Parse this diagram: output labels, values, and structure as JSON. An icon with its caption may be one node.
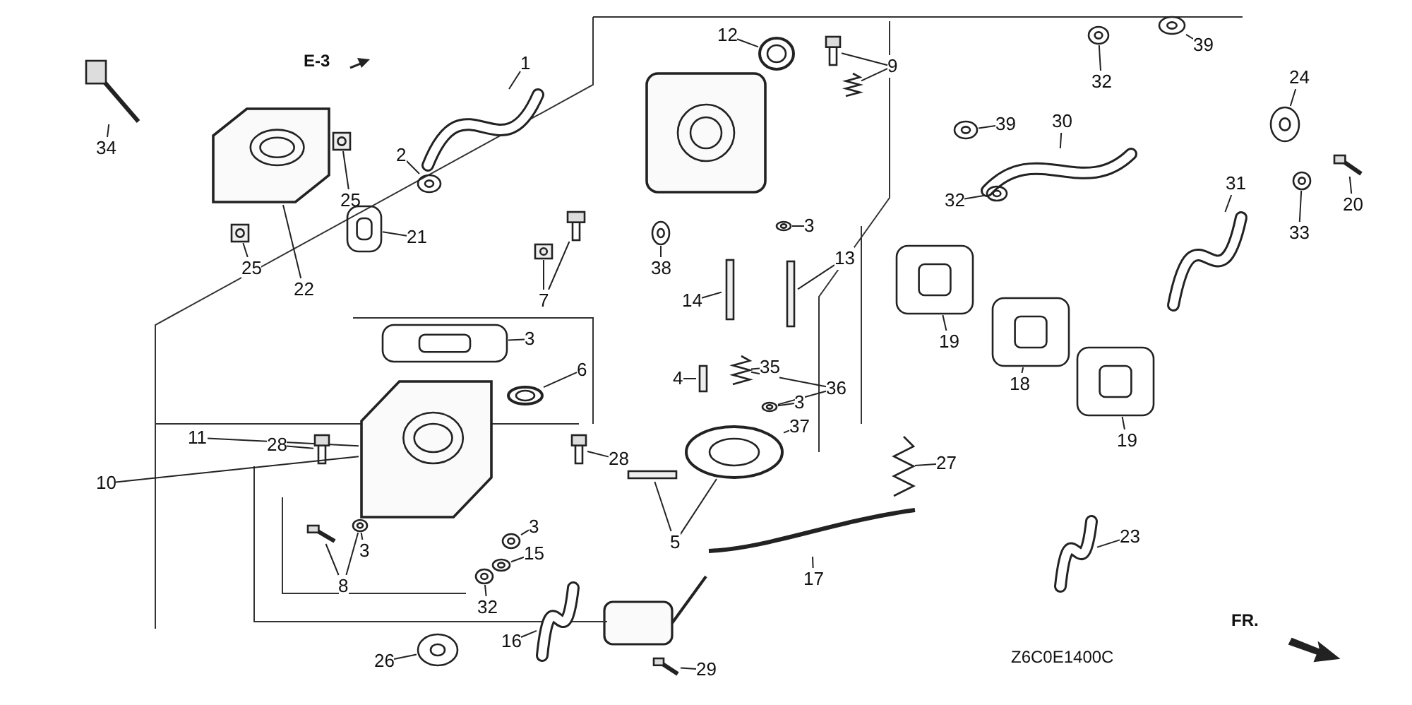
{
  "diagram": {
    "nodes": [
      {
        "text": [
          "12"
        ]
      },
      {
        "text": [
          "39"
        ]
      },
      {
        "text": [
          "1"
        ]
      },
      {
        "text": [
          "9"
        ]
      },
      {
        "text": [
          "24"
        ]
      },
      {
        "text": [
          "32"
        ]
      },
      {
        "text": [
          "39"
        ]
      },
      {
        "text": [
          "30"
        ]
      },
      {
        "text": [
          "34"
        ]
      },
      {
        "text": [
          "2"
        ]
      },
      {
        "text": [
          "31"
        ]
      },
      {
        "text": [
          "32"
        ]
      },
      {
        "text": [
          "25"
        ]
      },
      {
        "text": [
          "20"
        ]
      },
      {
        "text": [
          "3"
        ]
      },
      {
        "text": [
          "33"
        ]
      },
      {
        "text": [
          "21"
        ]
      },
      {
        "text": [
          "13"
        ]
      },
      {
        "text": [
          "25"
        ]
      },
      {
        "text": [
          "38"
        ]
      },
      {
        "text": [
          "22"
        ]
      },
      {
        "text": [
          "7"
        ]
      },
      {
        "text": [
          "14"
        ]
      },
      {
        "text": [
          "19"
        ]
      },
      {
        "text": [
          "3"
        ]
      },
      {
        "text": [
          "6"
        ]
      },
      {
        "text": [
          "4"
        ]
      },
      {
        "text": [
          "35"
        ]
      },
      {
        "text": [
          "36"
        ]
      },
      {
        "text": [
          "18"
        ]
      },
      {
        "text": [
          "3"
        ]
      },
      {
        "text": [
          "37"
        ]
      },
      {
        "text": [
          "19"
        ]
      },
      {
        "text": [
          "11"
        ]
      },
      {
        "text": [
          "28"
        ]
      },
      {
        "text": [
          "28"
        ]
      },
      {
        "text": [
          "27"
        ]
      },
      {
        "text": [
          "10"
        ]
      },
      {
        "text": [
          "3"
        ]
      },
      {
        "text": [
          "5"
        ]
      },
      {
        "text": [
          "23"
        ]
      },
      {
        "text": [
          "3"
        ]
      },
      {
        "text": [
          "15"
        ]
      },
      {
        "text": [
          "17"
        ]
      },
      {
        "text": [
          "8"
        ]
      },
      {
        "text": [
          "32"
        ]
      },
      {
        "text": [
          "16"
        ]
      },
      {
        "text": [
          "26"
        ]
      },
      {
        "text": [
          "29"
        ]
      },
      {
        "text": [],
        "shape": "picture"
      },
      {
        "text": [],
        "shape": "circle"
      },
      {
        "text": [],
        "shape": "picture"
      },
      {
        "text": [],
        "shape": "picture"
      },
      {
        "text": [],
        "shape": "picture"
      },
      {
        "text": [],
        "shape": "circle"
      },
      {
        "text": [],
        "shape": "circle"
      },
      {
        "text": [],
        "shape": "circle"
      },
      {
        "text": [],
        "shape": "picture"
      },
      {
        "text": [],
        "shape": "picture"
      },
      {
        "text": [],
        "shape": "circle"
      },
      {
        "text": [],
        "shape": "picture"
      },
      {
        "text": [],
        "shape": "circle"
      },
      {
        "text": [],
        "shape": "picture"
      },
      {
        "text": [],
        "shape": "picture"
      },
      {
        "text": [],
        "shape": "picture"
      },
      {
        "text": [],
        "shape": "picture"
      },
      {
        "text": [],
        "shape": "picture"
      },
      {
        "text": [],
        "shape": "bar"
      },
      {
        "text": [],
        "shape": "picture"
      },
      {
        "text": [],
        "shape": "circle"
      },
      {
        "text": [],
        "shape": "picture"
      },
      {
        "text": [],
        "shape": "picture"
      },
      {
        "text": [],
        "shape": "picture"
      },
      {
        "text": [],
        "shape": "bar"
      },
      {
        "text": [],
        "shape": "picture"
      },
      {
        "text": [],
        "shape": "picture"
      },
      {
        "text": [],
        "shape": "picture"
      },
      {
        "text": [],
        "shape": "picture"
      },
      {
        "text": [],
        "shape": "bar"
      },
      {
        "text": [],
        "shape": "picture"
      },
      {
        "text": [],
        "shape": "picture"
      },
      {
        "text": [],
        "shape": "picture"
      },
      {
        "text": [],
        "shape": "picture"
      },
      {
        "text": [],
        "shape": "picture"
      },
      {
        "text": [],
        "shape": "picture"
      },
      {
        "text": [],
        "shape": "picture"
      },
      {
        "text": [],
        "shape": "picture"
      },
      {
        "text": [],
        "shape": "picture"
      },
      {
        "text": [],
        "shape": "bar"
      },
      {
        "text": [],
        "shape": "picture"
      },
      {
        "text": [],
        "shape": "picture"
      },
      {
        "text": [],
        "shape": "picture"
      },
      {
        "text": [],
        "shape": "picture"
      },
      {
        "text": [],
        "shape": "picture"
      },
      {
        "text": [],
        "shape": "circle"
      },
      {
        "text": [],
        "shape": "picture"
      },
      {
        "text": [],
        "shape": "circle"
      },
      {
        "text": [],
        "shape": "picture"
      }
    ],
    "edges": [
      {
        "from": 0,
        "to": 49,
        "arrow": "none"
      },
      {
        "from": 1,
        "to": 50,
        "arrow": "none"
      },
      {
        "from": 2,
        "to": 51,
        "arrow": "none"
      },
      {
        "from": 3,
        "to": 52,
        "arrow": "none"
      },
      {
        "from": 3,
        "to": 53,
        "arrow": "none"
      },
      {
        "from": 4,
        "to": 54,
        "arrow": "none"
      },
      {
        "from": 5,
        "to": 55,
        "arrow": "none"
      },
      {
        "from": 6,
        "to": 56,
        "arrow": "none"
      },
      {
        "from": 7,
        "to": 57,
        "arrow": "none"
      },
      {
        "from": 8,
        "to": 58,
        "arrow": "none"
      },
      {
        "from": 9,
        "to": 59,
        "arrow": "none"
      },
      {
        "from": 10,
        "to": 60,
        "arrow": "none"
      },
      {
        "from": 11,
        "to": 61,
        "arrow": "none"
      },
      {
        "from": 12,
        "to": 62,
        "arrow": "none"
      },
      {
        "from": 13,
        "to": 63,
        "arrow": "none"
      },
      {
        "from": 14,
        "to": 64,
        "arrow": "none"
      },
      {
        "from": 15,
        "to": 65,
        "arrow": "none"
      },
      {
        "from": 16,
        "to": 66,
        "arrow": "none"
      },
      {
        "from": 17,
        "to": 67,
        "arrow": "none"
      },
      {
        "from": 18,
        "to": 68,
        "arrow": "none"
      },
      {
        "from": 19,
        "to": 69,
        "arrow": "none"
      },
      {
        "from": 20,
        "to": 70,
        "arrow": "none"
      },
      {
        "from": 21,
        "to": 71,
        "arrow": "none"
      },
      {
        "from": 21,
        "to": 72,
        "arrow": "none"
      },
      {
        "from": 22,
        "to": 73,
        "arrow": "none"
      },
      {
        "from": 23,
        "to": 74,
        "arrow": "none"
      },
      {
        "from": 24,
        "to": 75,
        "arrow": "none"
      },
      {
        "from": 25,
        "to": 76,
        "arrow": "none"
      },
      {
        "from": 26,
        "to": 78,
        "arrow": "none"
      },
      {
        "from": 27,
        "to": 79,
        "arrow": "none"
      },
      {
        "from": 28,
        "to": 79,
        "arrow": "none"
      },
      {
        "from": 28,
        "to": 81,
        "arrow": "none"
      },
      {
        "from": 29,
        "to": 80,
        "arrow": "none"
      },
      {
        "from": 30,
        "to": 81,
        "arrow": "none"
      },
      {
        "from": 31,
        "to": 82,
        "arrow": "none"
      },
      {
        "from": 32,
        "to": 83,
        "arrow": "none"
      },
      {
        "from": 33,
        "to": 77,
        "arrow": "none"
      },
      {
        "from": 34,
        "to": 84,
        "arrow": "none"
      },
      {
        "from": 35,
        "to": 85,
        "arrow": "none"
      },
      {
        "from": 36,
        "to": 86,
        "arrow": "none"
      },
      {
        "from": 37,
        "to": 77,
        "arrow": "none"
      },
      {
        "from": 38,
        "to": 87,
        "arrow": "none"
      },
      {
        "from": 39,
        "to": 88,
        "arrow": "none"
      },
      {
        "from": 39,
        "to": 82,
        "arrow": "none"
      },
      {
        "from": 40,
        "to": 89,
        "arrow": "none"
      },
      {
        "from": 41,
        "to": 90,
        "arrow": "none"
      },
      {
        "from": 42,
        "to": 91,
        "arrow": "none"
      },
      {
        "from": 43,
        "to": 92,
        "arrow": "none"
      },
      {
        "from": 44,
        "to": 93,
        "arrow": "none"
      },
      {
        "from": 44,
        "to": 90,
        "arrow": "none"
      },
      {
        "from": 45,
        "to": 94,
        "arrow": "none"
      },
      {
        "from": 46,
        "to": 95,
        "arrow": "none"
      },
      {
        "from": 47,
        "to": 96,
        "arrow": "none"
      },
      {
        "from": 48,
        "to": 97,
        "arrow": "none"
      }
    ],
    "labels": [
      "E-3",
      "Z6C0E1400C",
      "FR."
    ]
  }
}
